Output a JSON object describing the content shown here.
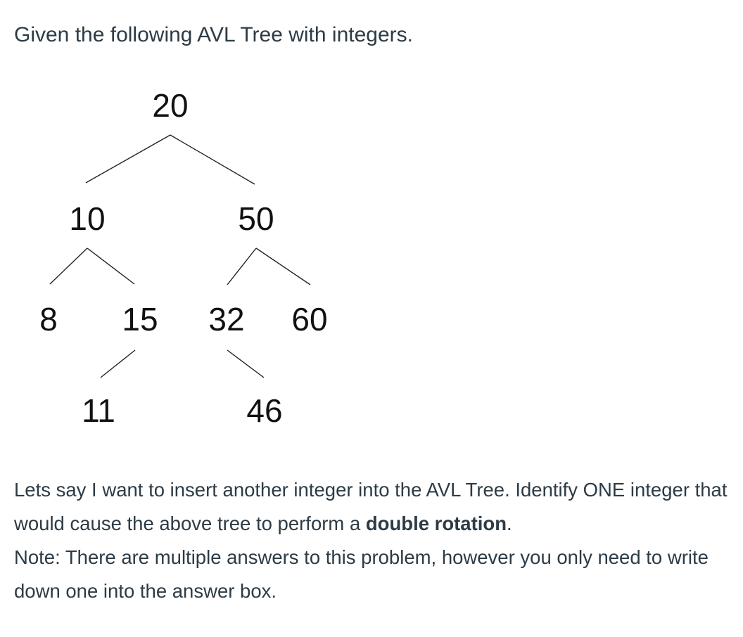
{
  "question": {
    "intro": "Given the following AVL Tree with integers.",
    "prompt_before_bold": "Lets say I want to insert another integer into the AVL Tree. Identify ONE integer that would cause the above tree to perform a ",
    "prompt_bold": "double rotation",
    "prompt_after_bold": ".",
    "note": "Note: There are multiple answers to this problem, however you only need to write down one into the answer box."
  },
  "tree": {
    "root": "20",
    "left": "10",
    "right": "50",
    "left_left": "8",
    "left_right": "15",
    "right_left": "32",
    "right_right": "60",
    "left_right_left": "11",
    "right_left_right": "46"
  }
}
